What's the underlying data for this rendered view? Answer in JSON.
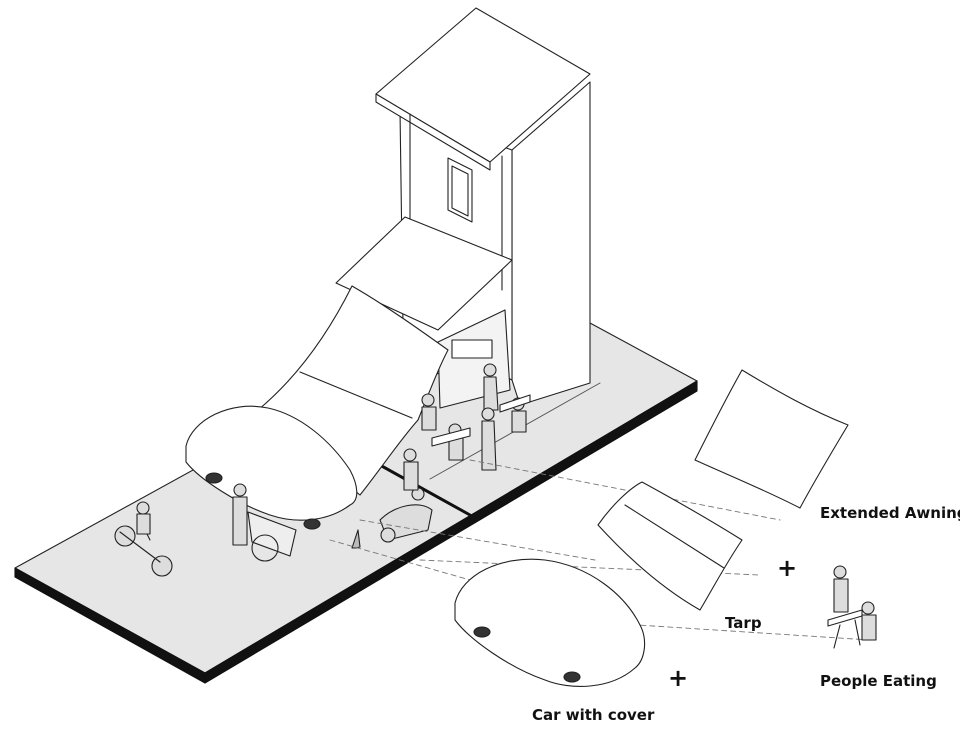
{
  "legend": {
    "extended_awning": "Extended Awning",
    "tarp": "Tarp",
    "people_eating": "People Eating",
    "car_with_cover": "Car with cover",
    "plus_symbol": "+"
  },
  "colors": {
    "ground": "#e4e4e4",
    "ground_edge": "#111111",
    "line": "#222222",
    "figure_fill": "#d8d8d8",
    "background": "#ffffff"
  }
}
